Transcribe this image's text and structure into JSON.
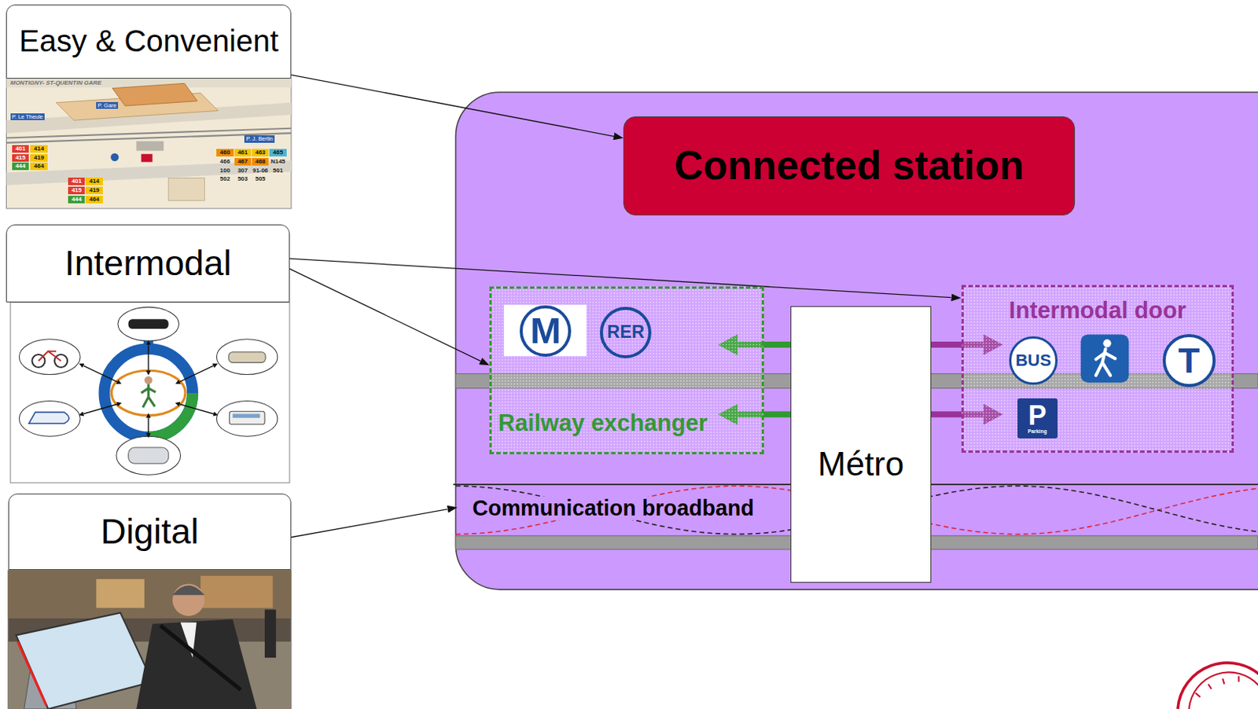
{
  "diagram": {
    "nodes": [
      {
        "text": [
          "Easy & Convenient"
        ]
      },
      {
        "text": [
          "Intermodal"
        ]
      },
      {
        "text": [
          "Digital"
        ]
      },
      {
        "text": [
          "Connected station"
        ]
      },
      {
        "text": [
          "Railway exchanger"
        ]
      },
      {
        "text": [
          "M"
        ],
        "in": 4
      },
      {
        "text": [
          "RER"
        ],
        "in": 4
      },
      {
        "text": [
          "Métro"
        ]
      },
      {
        "text": [
          "Intermodal door"
        ]
      },
      {
        "text": [
          "BUS"
        ],
        "in": 8
      },
      {
        "text": [
          "T"
        ],
        "in": 8
      },
      {
        "text": [
          "P",
          "Parking"
        ],
        "in": 8
      },
      {
        "text": [
          "Communication broadband"
        ]
      }
    ],
    "edges": [
      {
        "from": 0,
        "to": 3,
        "arrow": "to"
      },
      {
        "from": 1,
        "to": 8,
        "arrow": "to"
      },
      {
        "from": 1,
        "to": 4,
        "arrow": "to"
      },
      {
        "from": 2,
        "to": 12,
        "arrow": "to"
      },
      {
        "from": 4,
        "to": 7,
        "arrow": "both"
      },
      {
        "from": 4,
        "to": 7,
        "arrow": "both"
      },
      {
        "from": 7,
        "to": 8,
        "arrow": "both"
      },
      {
        "from": 7,
        "to": 8,
        "arrow": "both"
      }
    ],
    "labels": [
      "MONTIGNY- ST-QUENTIN GARE",
      "P. Gare",
      "P. Le Theule",
      "P. J. Bertin",
      "401",
      "414",
      "415",
      "419",
      "444",
      "464",
      "401",
      "414",
      "415",
      "419",
      "444",
      "464",
      "460",
      "461",
      "463",
      "465",
      "466",
      "467",
      "468",
      "N145",
      "100",
      "307",
      "91-06",
      "501",
      "502",
      "503",
      "505"
    ]
  }
}
